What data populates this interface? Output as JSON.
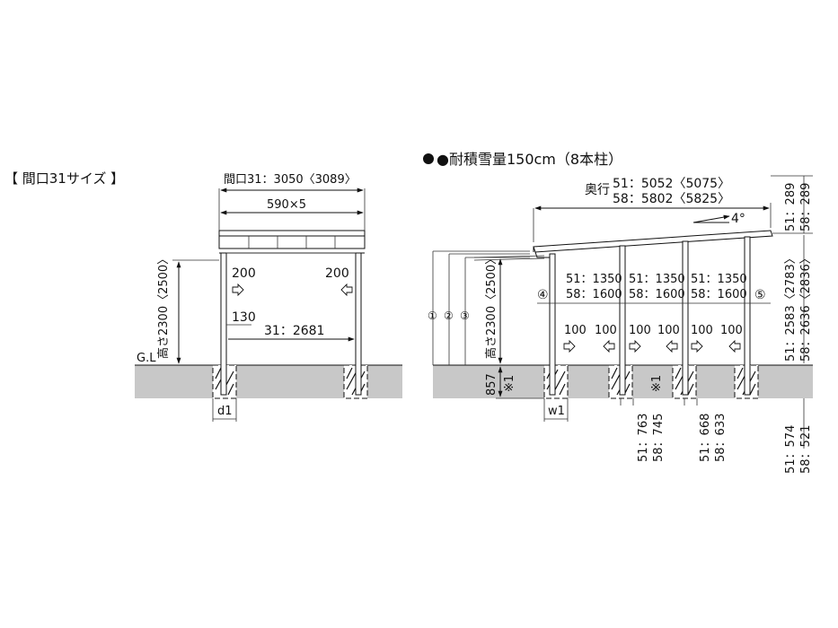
{
  "front": {
    "title": "【 間口31サイズ 】",
    "width_label": "間口31：3050〈3089〉",
    "panel_label": "590×5",
    "height_label": "高さ2300〈2500〉",
    "gl_label": "G.L",
    "offset_left": "200",
    "offset_right": "200",
    "post_offset": "130",
    "inner_span": "31：2681",
    "footing_label": "d1"
  },
  "side": {
    "title": "●耐積雪量150cm（8本柱）",
    "depth_label": "奥行",
    "depth_51": "51：5052〈5075〉",
    "depth_58": "58：5802〈5825〉",
    "angle": "4°",
    "bay_51": "51：1350",
    "bay_58": "58：1600",
    "marker_4": "④",
    "marker_5": "⑤",
    "marker_1": "①",
    "marker_2": "②",
    "marker_3": "③",
    "height_label": "高さ2300〈2500〉",
    "offsets": [
      "100",
      "100",
      "100",
      "100",
      "100",
      "100"
    ],
    "footing_depth": "857",
    "note_1": "※1",
    "note_2": "※1",
    "footing_label": "w1",
    "right_top_51": "51：289",
    "right_top_58": "58：289",
    "right_mid_51": "51：2583〈2783〉",
    "right_mid_58": "58：2636〈2836〉",
    "right_bot_51": "51：574",
    "right_bot_58": "58：521",
    "below_a_51": "51：763",
    "below_a_58": "58：745",
    "below_b_51": "51：668",
    "below_b_58": "58：633"
  }
}
